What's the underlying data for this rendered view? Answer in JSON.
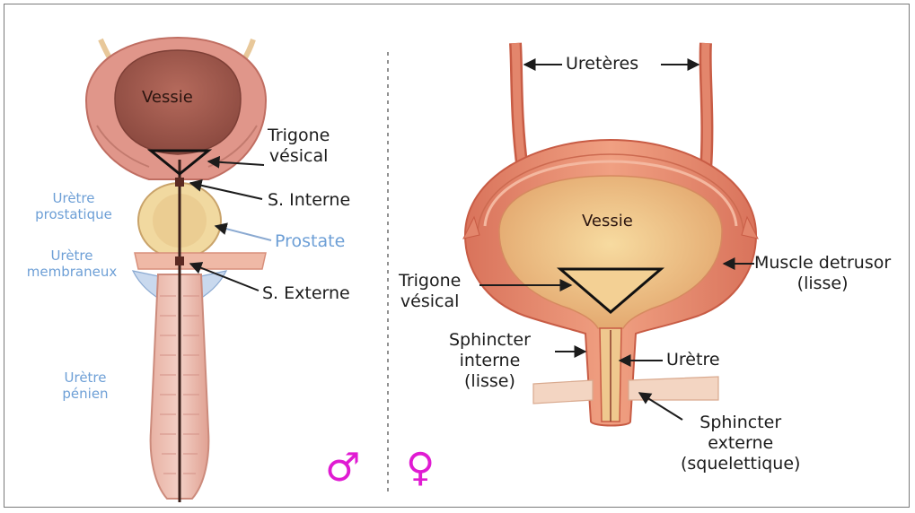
{
  "male": {
    "vessie": "Vessie",
    "trigone": [
      "Trigone",
      "vésical"
    ],
    "s_interne": "S. Interne",
    "prostate": "Prostate",
    "s_externe": "S. Externe",
    "uretre_prostatique": [
      "Urètre",
      "prostatique"
    ],
    "uretre_membraneux": [
      "Urètre",
      "membraneux"
    ],
    "uretre_penien": [
      "Urètre",
      "pénien"
    ],
    "symbol": "♂"
  },
  "female": {
    "ureteres": "Uretères",
    "vessie": "Vessie",
    "trigone": [
      "Trigone",
      "vésical"
    ],
    "muscle_detrusor": [
      "Muscle detrusor",
      "(lisse)"
    ],
    "sphincter_interne": [
      "Sphincter",
      "interne",
      "(lisse)"
    ],
    "uretre": "Urètre",
    "sphincter_externe": [
      "Sphincter",
      "externe",
      "(squelettique)"
    ],
    "symbol": "♀"
  },
  "colors": {
    "muscle": "#e3866c",
    "muscle_dark": "#c85c45",
    "inner": "#b9695d",
    "lumen": "#efc88e",
    "prostate": "#f1d9a0",
    "blue_label": "#6d9fd6",
    "gender_symbol": "#e01bd2"
  }
}
